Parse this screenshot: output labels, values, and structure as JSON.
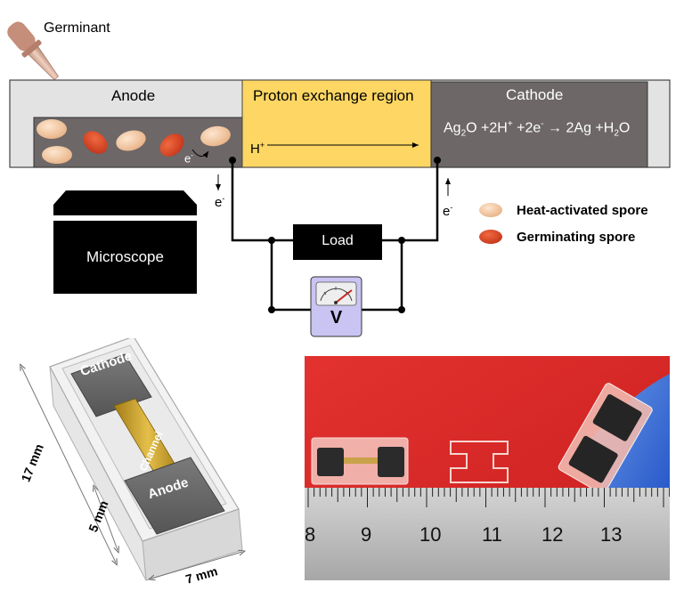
{
  "schematic": {
    "germinant_label": "Germinant",
    "anode_label": "Anode",
    "pem_label": "Proton exchange region",
    "cathode_label": "Cathode",
    "reaction": {
      "ag": "Ag",
      "sub2a": "2",
      "o_plus": "O +2H",
      "plus_sup": "+",
      "plus2e": " +2e",
      "minus_sup": "-",
      "arrow": " → ",
      "ag2": "2Ag +H",
      "sub2b": "2",
      "o_end": "O"
    },
    "proton": {
      "h": "H",
      "sup": "+"
    },
    "electron_anode": {
      "e": "e",
      "sup": "-"
    },
    "electron_left": {
      "e": "e",
      "sup": "-"
    },
    "electron_right": {
      "e": "e",
      "sup": "-"
    },
    "load_label": "Load",
    "voltmeter_label": "V",
    "microscope_label": "Microscope",
    "legend": [
      {
        "label": "Heat-activated spore",
        "color": "#f2c9a0"
      },
      {
        "label": "Germinating spore",
        "color": "#d94a2a"
      }
    ],
    "colors": {
      "pem": "#fdd663",
      "electrode": "#6d6767",
      "frame": "#e3e3e3",
      "meter": "#c9c4f2"
    }
  },
  "device_3d": {
    "cathode_label": "Cathode",
    "anode_label": "Anode",
    "channel_label": "Channel",
    "dim_length": "17 mm",
    "dim_anode": "5 mm",
    "dim_width": "7 mm"
  },
  "photo": {
    "ruler_numbers": [
      "8",
      "9",
      "10",
      "11",
      "12",
      "13"
    ]
  }
}
